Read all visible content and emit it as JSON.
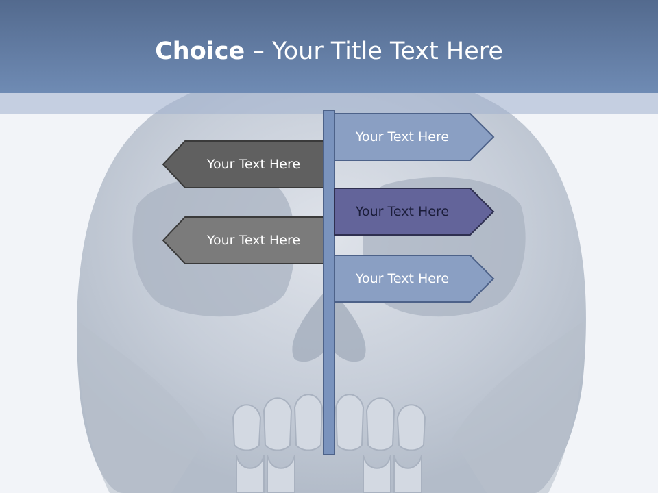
{
  "slide": {
    "title_emphasis": "Choice",
    "title_separator": " – ",
    "title_rest": "Your Title Text Here"
  },
  "signs": {
    "right": [
      {
        "label": "Your Text Here",
        "color": "#8a9fc3",
        "text_color": "#ffffff"
      },
      {
        "label": "Your Text Here",
        "color": "#63649a",
        "text_color": "#1b1d3a"
      },
      {
        "label": "Your Text Here",
        "color": "#8a9fc3",
        "text_color": "#ffffff"
      }
    ],
    "left": [
      {
        "label": "Your Text Here",
        "color": "#606060",
        "text_color": "#ffffff"
      },
      {
        "label": "Your Text Here",
        "color": "#7b7b7b",
        "text_color": "#ffffff"
      }
    ]
  },
  "colors": {
    "title_bar": "#6280ab",
    "pole": "#7a93bd",
    "background": "#f2f4f8",
    "skull_art": "#c3cad5"
  },
  "background_art": "skull"
}
